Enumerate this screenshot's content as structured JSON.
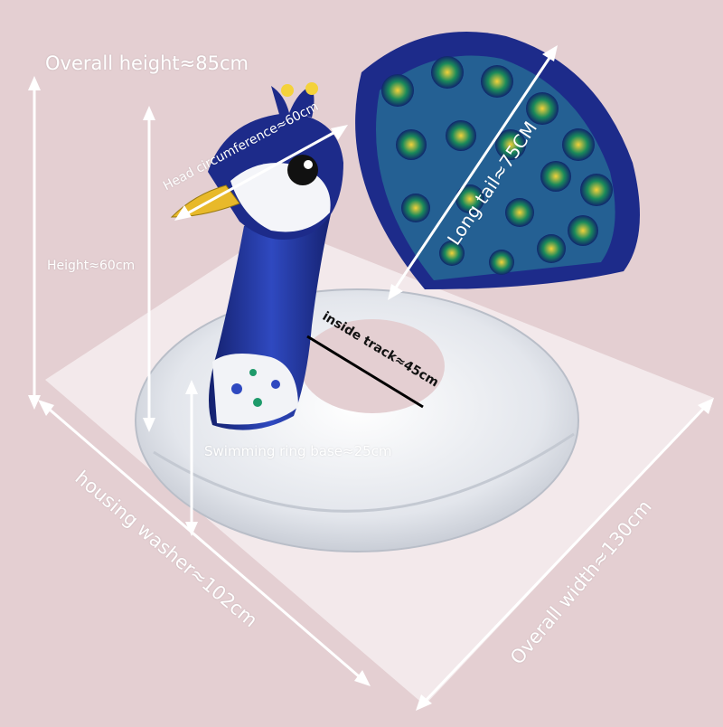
{
  "labels": {
    "overall_height": "Overall height≈85cm",
    "head_circumference": "Head circumference≈60cm",
    "height": "Height≈60cm",
    "long_tail": "Long tail≈75CM",
    "inside_track": "inside track≈45cm",
    "ring_base": "Swimming ring base≈25cm",
    "housing_washer": "housing washer≈102cm",
    "overall_width": "Overall width≈130cm"
  },
  "colors": {
    "background": "#e4cfd2",
    "ring": "#dcdfe6",
    "peacock_blue": "#1d2b8a",
    "feather_green": "#1e9a6a",
    "beak": "#e8b92a",
    "label_text": "#ffffff",
    "dark_text": "#111111"
  }
}
